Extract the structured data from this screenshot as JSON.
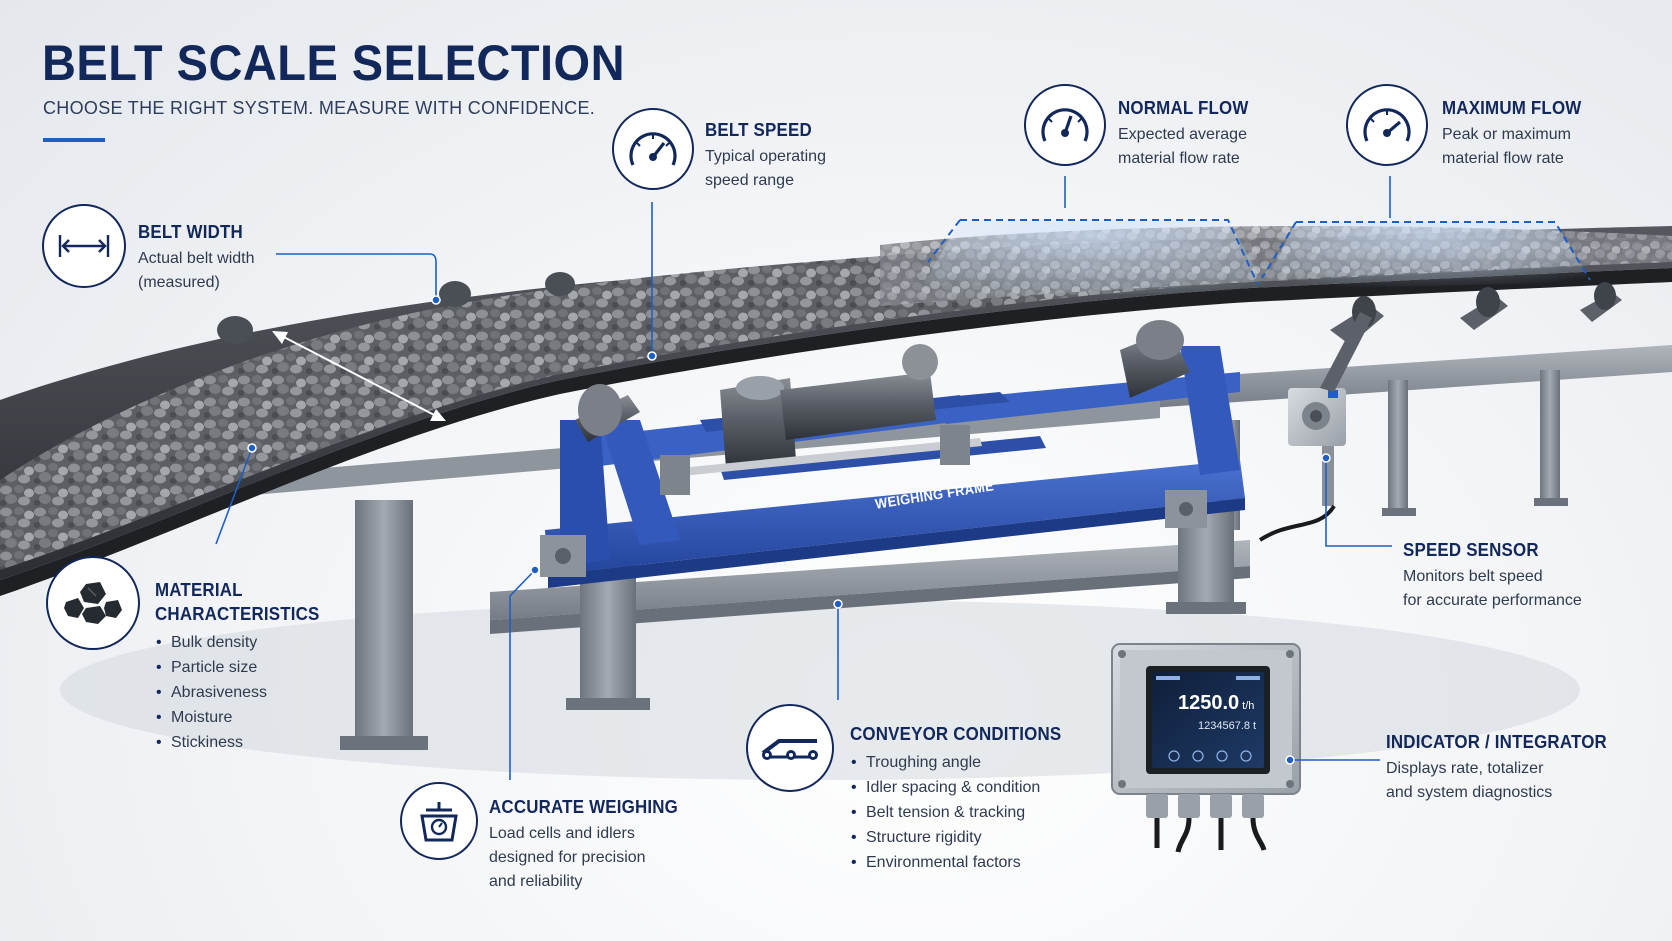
{
  "header": {
    "title": "BELT SCALE SELECTION",
    "subtitle": "CHOOSE THE RIGHT SYSTEM. MEASURE WITH CONFIDENCE."
  },
  "callouts": {
    "belt_width": {
      "title": "BELT WIDTH",
      "lines": [
        "Actual belt width",
        "(measured)"
      ],
      "icon": "double-arrow-width-icon"
    },
    "belt_speed": {
      "title": "BELT SPEED",
      "lines": [
        "Typical operating",
        "speed range"
      ],
      "icon": "speedometer-icon"
    },
    "normal_flow": {
      "title": "NORMAL FLOW",
      "lines": [
        "Expected average",
        "material flow rate"
      ],
      "icon": "gauge-medium-icon"
    },
    "maximum_flow": {
      "title": "MAXIMUM FLOW",
      "lines": [
        "Peak or maximum",
        "material flow rate"
      ],
      "icon": "gauge-high-icon"
    },
    "material": {
      "title_lines": [
        "MATERIAL",
        "CHARACTERISTICS"
      ],
      "items": [
        "Bulk density",
        "Particle size",
        "Abrasiveness",
        "Moisture",
        "Stickiness"
      ],
      "icon": "rocks-icon"
    },
    "accurate_weighing": {
      "title": "ACCURATE WEIGHING",
      "lines": [
        "Load cells and idlers",
        "designed for precision",
        "and reliability"
      ],
      "icon": "scale-icon"
    },
    "conveyor_conditions": {
      "title": "CONVEYOR CONDITIONS",
      "items": [
        "Troughing angle",
        "Idler spacing & condition",
        "Belt tension & tracking",
        "Structure rigidity",
        "Environmental factors"
      ],
      "icon": "conveyor-icon"
    },
    "speed_sensor": {
      "title": "SPEED SENSOR",
      "lines": [
        "Monitors belt speed",
        "for accurate performance"
      ]
    },
    "indicator": {
      "title": "INDICATOR / INTEGRATOR",
      "lines": [
        "Displays rate, totalizer",
        "and system diagnostics"
      ]
    }
  },
  "weighing_frame_label": "WEIGHING FRAME",
  "indicator_screen": {
    "rate_value": "1250.0",
    "rate_unit": "t/h",
    "totalizer": "1234567.8 t"
  },
  "colors": {
    "navy": "#12285a",
    "accent_blue": "#1f5fc4",
    "frame_blue": "#2f55b4",
    "steel": "#8a9099",
    "belt": "#3a3d42"
  }
}
